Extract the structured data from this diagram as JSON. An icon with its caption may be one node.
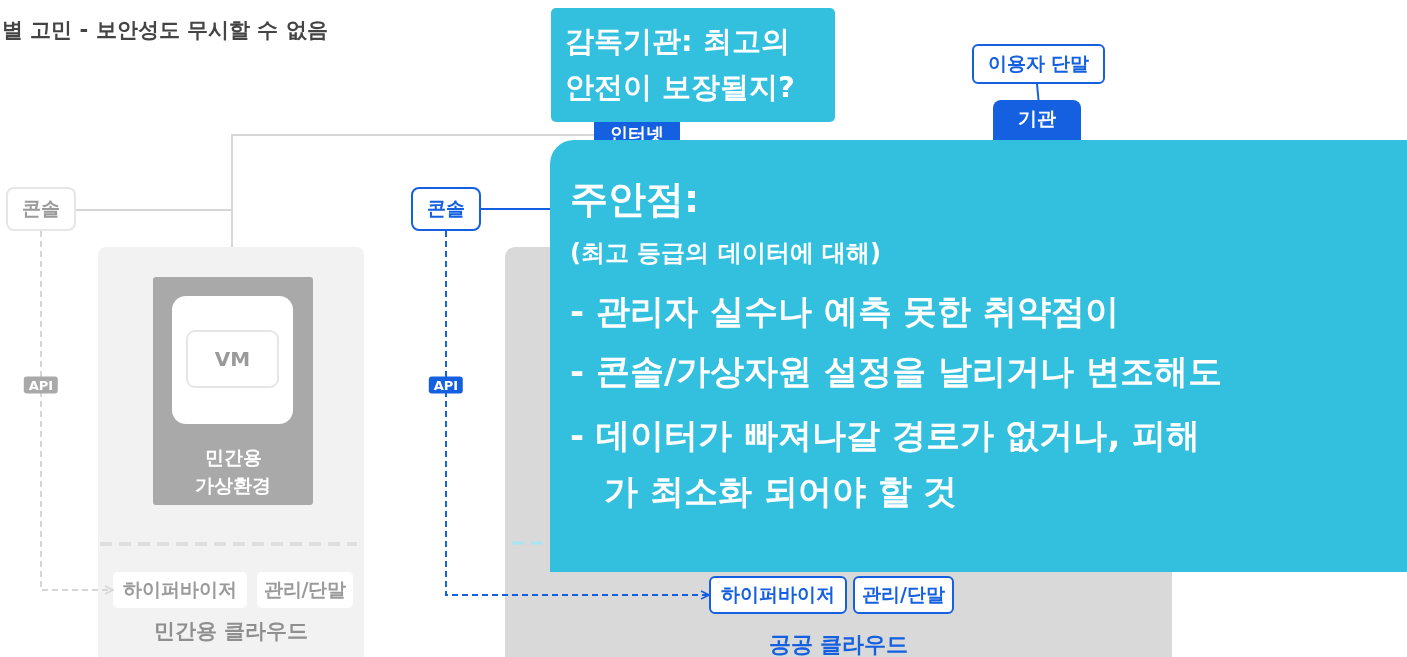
{
  "diagram": {
    "title": "별 고민 - 보안성도 무시할 수 없음",
    "nodes": [
      {
        "text": [
          "콘솔"
        ]
      },
      {
        "text": [
          "민간용 클라우드"
        ]
      },
      {
        "text": [
          "민간용 가상환경"
        ],
        "in": 1
      },
      {
        "text": [
          "VM"
        ],
        "in": 2
      },
      {
        "text": [
          "하이퍼바이저"
        ],
        "in": 1
      },
      {
        "text": [
          "관리/단말"
        ],
        "in": 1
      },
      {
        "text": [
          "콘솔"
        ]
      },
      {
        "text": [
          "인터넷"
        ]
      },
      {
        "text": [
          "공공 클라우드"
        ]
      },
      {
        "text": [
          "하이퍼바이저"
        ],
        "in": 8
      },
      {
        "text": [
          "관리/단말"
        ],
        "in": 8
      },
      {
        "text": [
          "이용자 단말"
        ]
      },
      {
        "text": [
          "기관"
        ]
      },
      {
        "text": [
          "감독기관: 최고의 안전이 보장될지?"
        ]
      },
      {
        "text": [
          "주안점:",
          "(최고 등급의 데이터에 대해)",
          "- 관리자 실수나 예측 못한 취약점이",
          "- 콘솔/가상자원 설정을 날리거나 변조해도",
          "- 데이터가 빠져나갈 경로가 없거나, 피해가 최소화 되어야 할 것"
        ]
      }
    ],
    "edges": [
      {
        "from": 0,
        "to": 1,
        "arrow": "none"
      },
      {
        "from": 7,
        "to": 1,
        "arrow": "none"
      },
      {
        "from": 0,
        "to": 4,
        "arrow": "to",
        "label": "API",
        "style": "dashed"
      },
      {
        "from": 6,
        "to": 9,
        "arrow": "to",
        "label": "API",
        "style": "dashed",
        "color": "#1560e0"
      },
      {
        "from": 6,
        "to": 14,
        "arrow": "none",
        "color": "#1560e0"
      },
      {
        "from": 11,
        "to": 12,
        "arrow": "none",
        "color": "#1560e0"
      }
    ]
  }
}
